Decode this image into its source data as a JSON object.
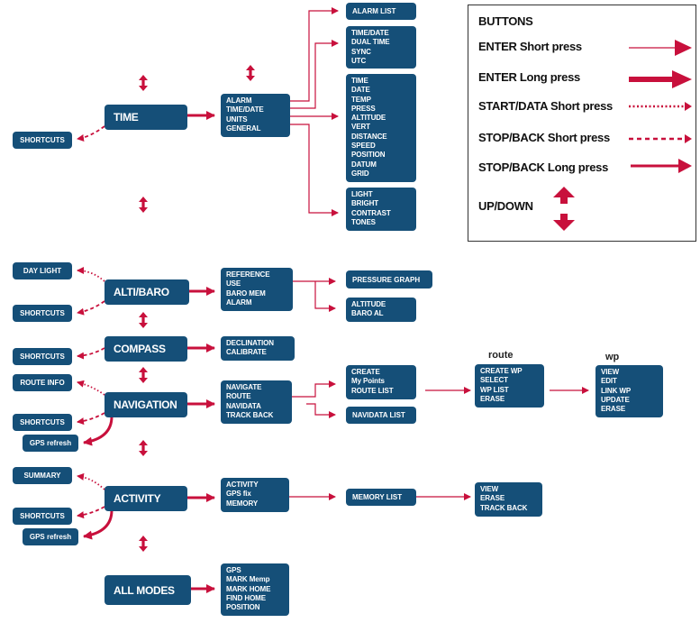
{
  "legend": {
    "title": "BUTTONS",
    "items": [
      {
        "label": "ENTER Short press",
        "style": "thin-solid"
      },
      {
        "label": "ENTER Long press",
        "style": "thick-solid"
      },
      {
        "label": "START/DATA Short press",
        "style": "dotted"
      },
      {
        "label": "STOP/BACK Short press",
        "style": "dashed"
      },
      {
        "label": "STOP/BACK Long press",
        "style": "medium-solid"
      },
      {
        "label": "UP/DOWN",
        "style": "up-down"
      }
    ]
  },
  "colors": {
    "box": "#154f78",
    "arrow": "#c8103c",
    "text": "#ffffff"
  },
  "time": {
    "mode": "TIME",
    "shortcuts": "SHORTCUTS",
    "menu": [
      "ALARM",
      "TIME/DATE",
      "UNITS",
      "GENERAL"
    ],
    "alarm_list": "ALARM LIST",
    "timedate": [
      "TIME/DATE",
      "DUAL TIME",
      "SYNC",
      "UTC"
    ],
    "units": [
      "TIME",
      "DATE",
      "TEMP",
      "PRESS",
      "ALTITUDE",
      "VERT",
      "DISTANCE",
      "SPEED",
      "POSITION",
      "DATUM",
      "GRID"
    ],
    "general": [
      "LIGHT",
      "BRIGHT",
      "CONTRAST",
      "TONES"
    ]
  },
  "altibaro": {
    "mode": "ALTI/BARO",
    "daylight": "DAY LIGHT",
    "shortcuts": "SHORTCUTS",
    "menu": [
      "REFERENCE",
      "USE",
      "BARO MEM",
      "ALARM"
    ],
    "pressure_graph": "PRESSURE GRAPH",
    "altitude": [
      "ALTITUDE",
      "BARO AL"
    ]
  },
  "compass": {
    "mode": "COMPASS",
    "shortcuts": "SHORTCUTS",
    "menu": [
      "DECLINATION",
      "CALIBRATE"
    ]
  },
  "navigation": {
    "mode": "NAVIGATION",
    "route_info": "ROUTE INFO",
    "shortcuts": "SHORTCUTS",
    "gps_refresh": "GPS refresh",
    "menu": [
      "NAVIGATE",
      "ROUTE",
      "NAVIDATA",
      "TRACK BACK"
    ],
    "route_menu": [
      "CREATE",
      "My Points",
      "ROUTE LIST"
    ],
    "navidata_list": "NAVIDATA LIST",
    "route_header": "route",
    "route_list": [
      "CREATE WP",
      "SELECT",
      "WP LIST",
      "ERASE"
    ],
    "wp_header": "wp",
    "wp_list": [
      "VIEW",
      "EDIT",
      "LINK WP",
      "UPDATE",
      "ERASE"
    ]
  },
  "activity": {
    "mode": "ACTIVITY",
    "summary": "SUMMARY",
    "shortcuts": "SHORTCUTS",
    "gps_refresh": "GPS refresh",
    "menu": [
      "ACTIVITY",
      "GPS fix",
      "MEMORY"
    ],
    "memory_list": "MEMORY LIST",
    "memory_menu": [
      "VIEW",
      "ERASE",
      "TRACK BACK"
    ]
  },
  "allmodes": {
    "mode": "ALL MODES",
    "menu": [
      "GPS",
      "MARK Memp",
      "MARK HOME",
      "FIND HOME",
      "POSITION"
    ]
  }
}
